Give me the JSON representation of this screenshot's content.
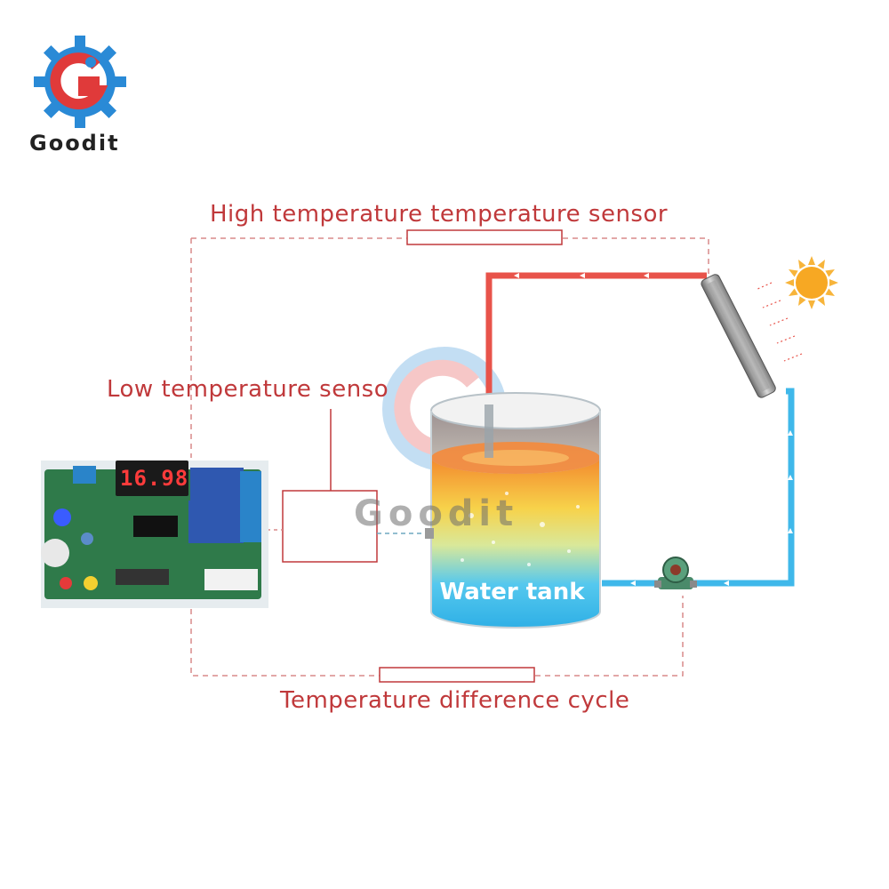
{
  "brand": {
    "name": "Goodit",
    "watermark_text": "Goodit",
    "logo_letter": "G"
  },
  "labels": {
    "high_sensor": "High temperature temperature sensor",
    "low_sensor": "Low temperature senso",
    "cycle": "Temperature difference cycle",
    "tank": "Water tank"
  },
  "controller": {
    "display": "16.98"
  },
  "colors": {
    "label_text": "#c0393b",
    "hot_pipe": "#e8534a",
    "cold_pipe": "#3fb8ea",
    "dashed_line": "#d98a8a",
    "logo_red": "#e03a3a",
    "logo_blue": "#2a8ad6",
    "sun": "#f7a823"
  },
  "icons": [
    "goodit-logo-icon",
    "sun-icon",
    "pump-icon",
    "solar-collector-icon",
    "controller-board-icon"
  ]
}
